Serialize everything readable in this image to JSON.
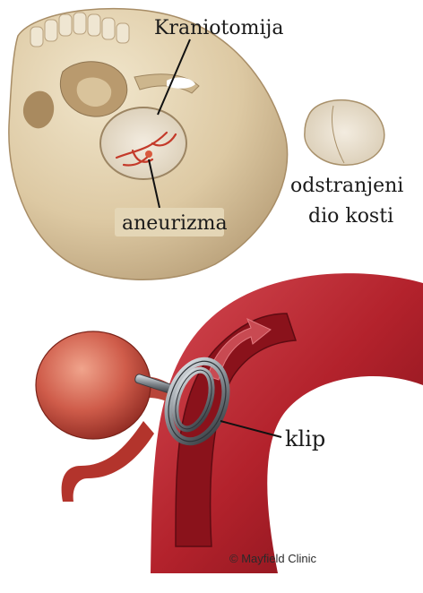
{
  "labels": {
    "craniotomy": "Kraniotomija",
    "removed_bone_line1": "odstranjeni",
    "removed_bone_line2": "dio kosti",
    "aneurysm": "aneurizma",
    "clip": "klip"
  },
  "credit": "© Mayfield Clinic",
  "colors": {
    "bone": "#e3d2b0",
    "bone_shadow": "#bfa883",
    "artery": "#b0202a",
    "artery_dark": "#7d1018",
    "aneurysm": "#c85a4a",
    "clip_metal": "#8a8e92",
    "label_bg": "#e8dcc0"
  }
}
